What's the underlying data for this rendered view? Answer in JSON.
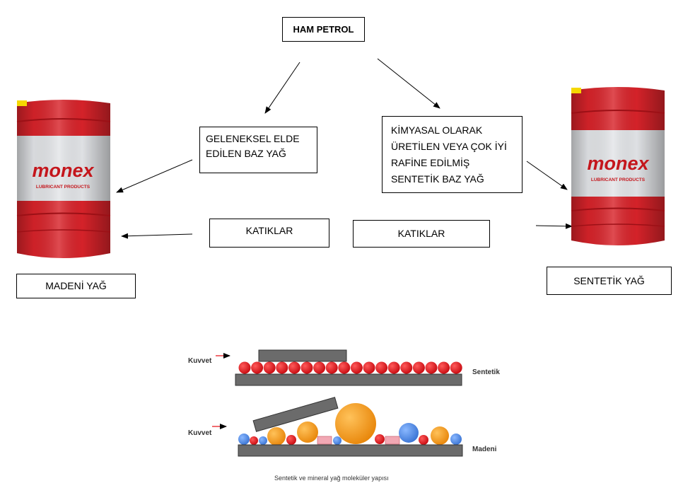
{
  "title": "HAM PETROL",
  "boxes": {
    "conventional": "GELENEKSEL ELDE EDİLEN BAZ YAĞ",
    "synthetic_lines": [
      "KİMYASAL OLARAK",
      "ÜRETİLEN VEYA ÇOK İYİ",
      "RAFİNE EDİLMİŞ",
      "SENTETİK BAZ YAĞ"
    ],
    "additives_left": "KATIKLAR",
    "additives_right": "KATIKLAR",
    "mineral_oil": "MADENİ YAĞ",
    "synthetic_oil": "SENTETİK YAĞ"
  },
  "drum": {
    "brand": "monex",
    "tagline": "LUBRICANT PRODUCTS",
    "colors": {
      "body": "#d8232a",
      "band": "#e3e5e8",
      "cap": "#f5d800"
    }
  },
  "molecule_figure": {
    "force_label_top": "Kuvvet",
    "force_label_bottom": "Kuvvet",
    "synthetic_label": "Sentetik",
    "mineral_label": "Madeni",
    "caption": "Sentetik ve mineral yağ moleküler yapısı",
    "colors": {
      "red": "#e8141b",
      "orange": "#f39c12",
      "blue": "#4f8fe8",
      "pink": "#f2a8b4",
      "plate": "#6b6b6b"
    }
  }
}
